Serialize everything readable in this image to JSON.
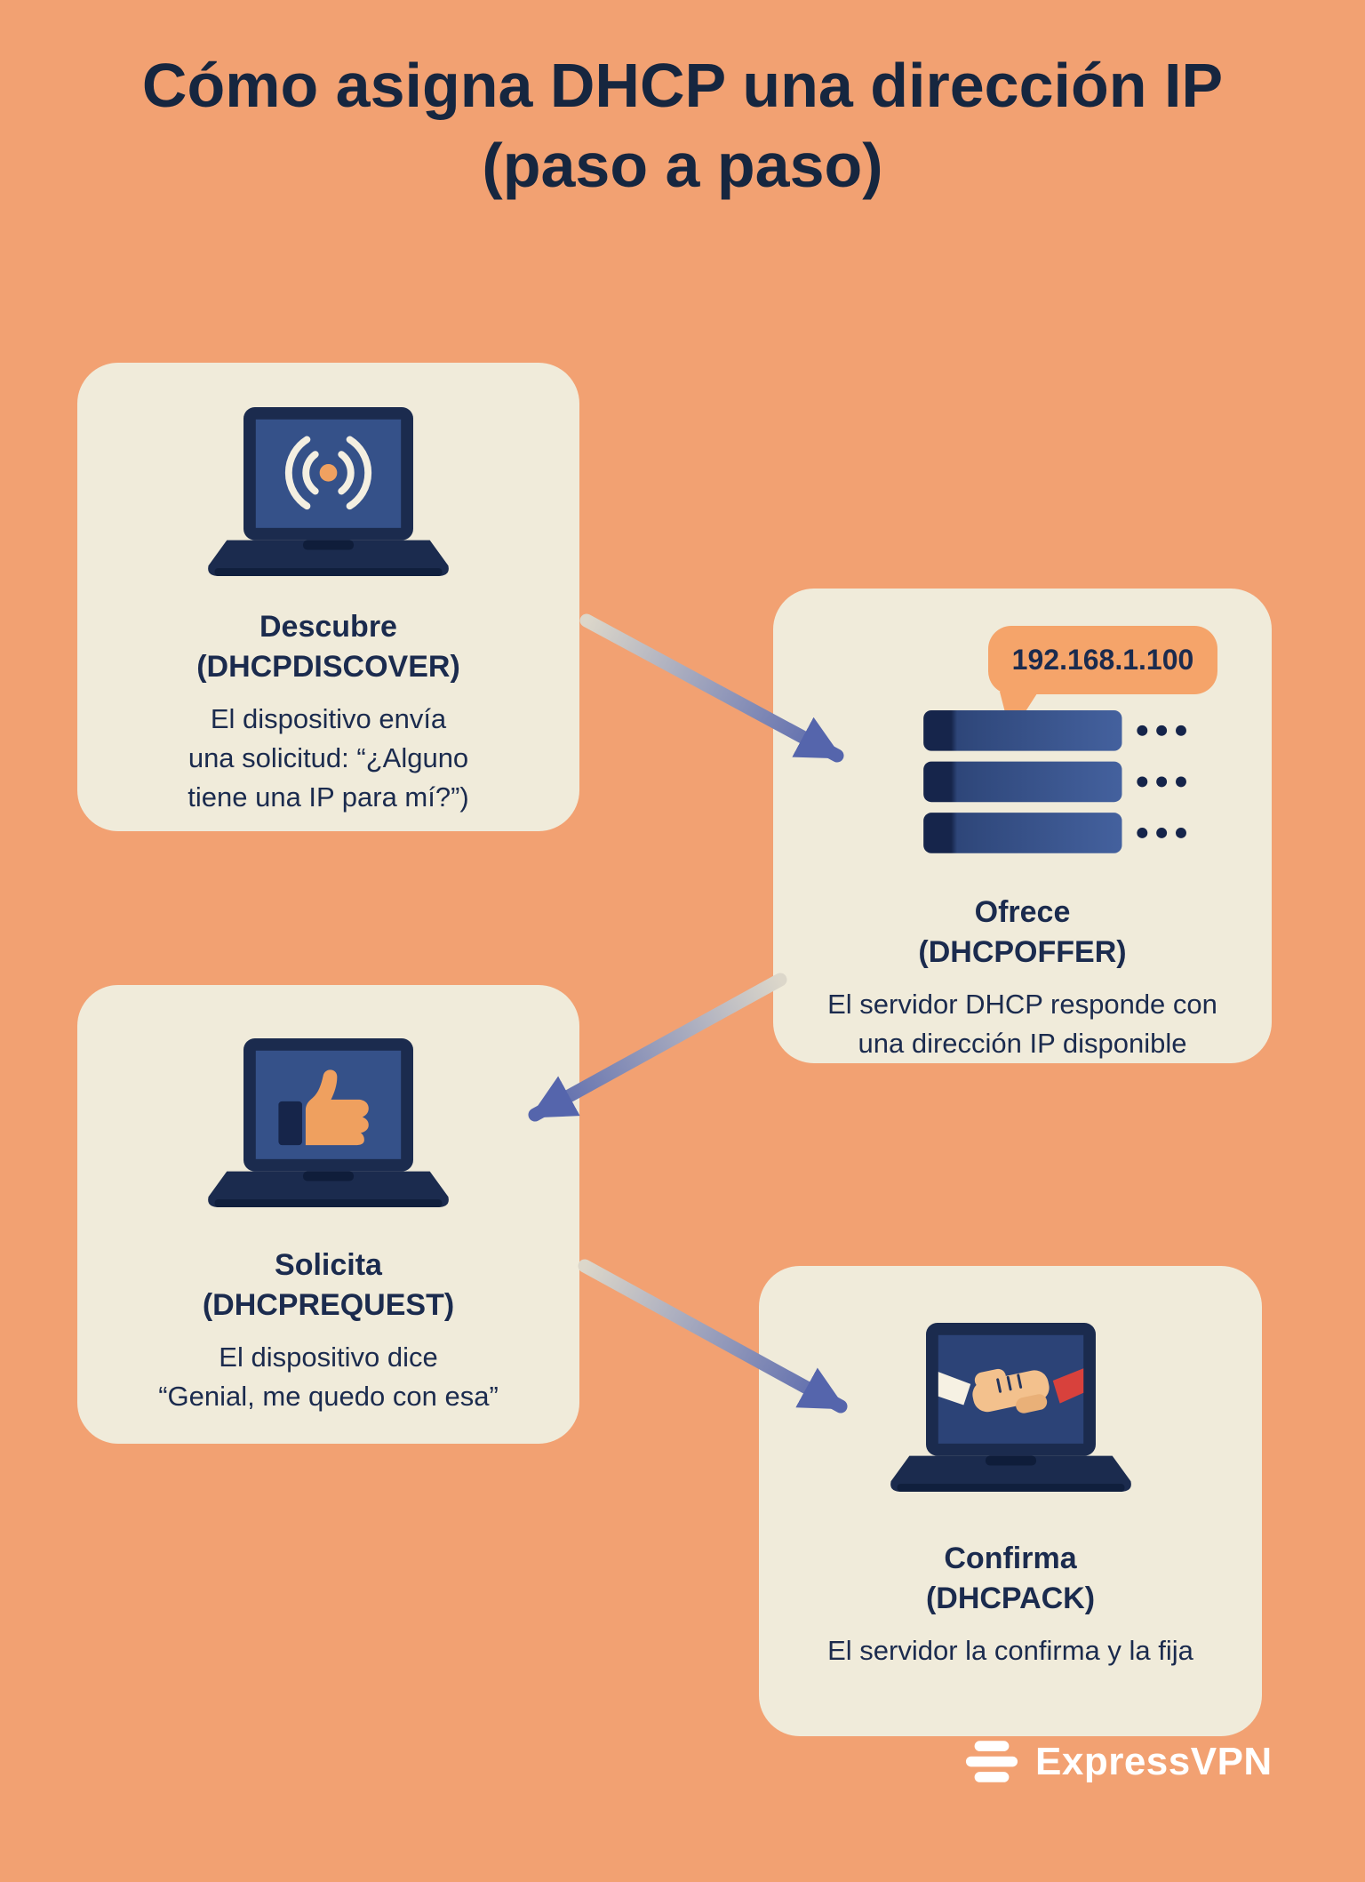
{
  "title": {
    "line1": "Cómo asigna DHCP una dirección IP",
    "line2": "(paso a paso)"
  },
  "steps": [
    {
      "id": "discover",
      "heading": "Descubre",
      "protocol": "(DHCPDISCOVER)",
      "lines": [
        "El dispositivo envía",
        "una solicitud: “¿Alguno",
        "tiene una IP para mí?”)"
      ],
      "icon": "laptop-broadcast-icon"
    },
    {
      "id": "offer",
      "heading": "Ofrece",
      "protocol": "(DHCPOFFER)",
      "lines": [
        "El servidor DHCP responde con",
        "una dirección IP disponible"
      ],
      "bubble": "192.168.1.100",
      "icon": "server-stack-icon"
    },
    {
      "id": "request",
      "heading": "Solicita",
      "protocol": "(DHCPREQUEST)",
      "lines": [
        "El dispositivo dice",
        "“Genial, me quedo con esa”"
      ],
      "icon": "laptop-thumbs-up-icon"
    },
    {
      "id": "ack",
      "heading": "Confirma",
      "protocol": "(DHCPACK)",
      "lines": [
        "El servidor la confirma y la fija"
      ],
      "icon": "laptop-handshake-icon"
    }
  ],
  "footer": {
    "brand": "ExpressVPN",
    "logo_icon": "expressvpn-logo-icon"
  },
  "colors": {
    "background": "#F2A172",
    "card": "#F0EBDA",
    "navy": "#1B2B4E",
    "screen_blue": "#355189",
    "accent_orange": "#F0A160",
    "bubble_orange": "#F5A46A",
    "arrow_blue": "#5565AC",
    "arrow_light": "#DCD7CA",
    "sleeve_red": "#D8413C",
    "hand_peach": "#F3C18D",
    "logo_white": "#FFFFFF"
  }
}
